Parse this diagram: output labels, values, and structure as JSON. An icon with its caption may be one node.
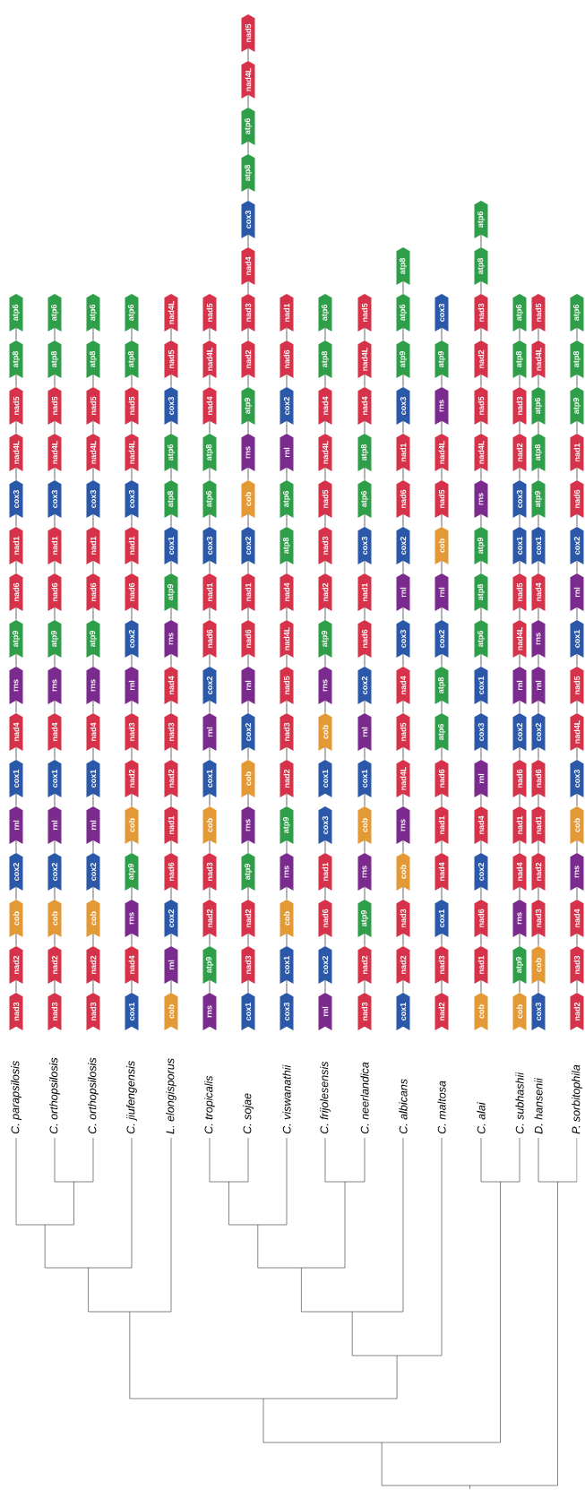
{
  "diagram": {
    "nodes": [
      {
        "text": [
          "nad3"
        ]
      },
      {
        "text": [
          "nad2"
        ]
      },
      {
        "text": [
          "cob"
        ]
      },
      {
        "text": [
          "cox2"
        ]
      },
      {
        "text": [
          "rnl"
        ]
      },
      {
        "text": [
          "cox1"
        ]
      },
      {
        "text": [
          "nad4"
        ]
      },
      {
        "text": [
          "rns"
        ]
      },
      {
        "text": [
          "atp9"
        ]
      },
      {
        "text": [
          "nad6"
        ]
      },
      {
        "text": [
          "nad1"
        ]
      },
      {
        "text": [
          "cox3"
        ]
      },
      {
        "text": [
          "nad4L"
        ]
      },
      {
        "text": [
          "nad5"
        ]
      },
      {
        "text": [
          "atp8"
        ]
      },
      {
        "text": [
          "atp6"
        ]
      },
      {
        "text": [
          "nad3"
        ]
      },
      {
        "text": [
          "nad2"
        ]
      },
      {
        "text": [
          "cob"
        ]
      },
      {
        "text": [
          "cox2"
        ]
      },
      {
        "text": [
          "rnl"
        ]
      },
      {
        "text": [
          "cox1"
        ]
      },
      {
        "text": [
          "nad4"
        ]
      },
      {
        "text": [
          "rns"
        ]
      },
      {
        "text": [
          "atp9"
        ]
      },
      {
        "text": [
          "nad6"
        ]
      },
      {
        "text": [
          "nad1"
        ]
      },
      {
        "text": [
          "cox3"
        ]
      },
      {
        "text": [
          "nad4L"
        ]
      },
      {
        "text": [
          "nad5"
        ]
      },
      {
        "text": [
          "atp8"
        ]
      },
      {
        "text": [
          "atp6"
        ]
      },
      {
        "text": [
          "nad3"
        ]
      },
      {
        "text": [
          "nad2"
        ]
      },
      {
        "text": [
          "cob"
        ]
      },
      {
        "text": [
          "cox2"
        ]
      },
      {
        "text": [
          "rnl"
        ]
      },
      {
        "text": [
          "cox1"
        ]
      },
      {
        "text": [
          "nad4"
        ]
      },
      {
        "text": [
          "rns"
        ]
      },
      {
        "text": [
          "atp9"
        ]
      },
      {
        "text": [
          "nad6"
        ]
      },
      {
        "text": [
          "nad1"
        ]
      },
      {
        "text": [
          "cox3"
        ]
      },
      {
        "text": [
          "nad4L"
        ]
      },
      {
        "text": [
          "nad5"
        ]
      },
      {
        "text": [
          "atp8"
        ]
      },
      {
        "text": [
          "atp6"
        ]
      },
      {
        "text": [
          "cox1"
        ]
      },
      {
        "text": [
          "nad4"
        ]
      },
      {
        "text": [
          "rns"
        ]
      },
      {
        "text": [
          "atp9"
        ]
      },
      {
        "text": [
          "cob"
        ]
      },
      {
        "text": [
          "nad2"
        ]
      },
      {
        "text": [
          "nad3"
        ]
      },
      {
        "text": [
          "rnl"
        ]
      },
      {
        "text": [
          "cox2"
        ]
      },
      {
        "text": [
          "nad6"
        ]
      },
      {
        "text": [
          "nad1"
        ]
      },
      {
        "text": [
          "cox3"
        ]
      },
      {
        "text": [
          "nad4L"
        ]
      },
      {
        "text": [
          "nad5"
        ]
      },
      {
        "text": [
          "atp8"
        ]
      },
      {
        "text": [
          "atp6"
        ]
      },
      {
        "text": [
          "cob"
        ]
      },
      {
        "text": [
          "rnl"
        ]
      },
      {
        "text": [
          "cox2"
        ]
      },
      {
        "text": [
          "nad6"
        ]
      },
      {
        "text": [
          "nad1"
        ]
      },
      {
        "text": [
          "nad2"
        ]
      },
      {
        "text": [
          "nad3"
        ]
      },
      {
        "text": [
          "nad4"
        ]
      },
      {
        "text": [
          "rns"
        ]
      },
      {
        "text": [
          "atp9"
        ]
      },
      {
        "text": [
          "cox1"
        ]
      },
      {
        "text": [
          "atp8"
        ]
      },
      {
        "text": [
          "atp6"
        ]
      },
      {
        "text": [
          "cox3"
        ]
      },
      {
        "text": [
          "nad5"
        ]
      },
      {
        "text": [
          "nad4L"
        ]
      },
      {
        "text": [
          "rns"
        ]
      },
      {
        "text": [
          "atp9"
        ]
      },
      {
        "text": [
          "nad2"
        ]
      },
      {
        "text": [
          "nad3"
        ]
      },
      {
        "text": [
          "cob"
        ]
      },
      {
        "text": [
          "cox1"
        ]
      },
      {
        "text": [
          "rnl"
        ]
      },
      {
        "text": [
          "cox2"
        ]
      },
      {
        "text": [
          "nad6"
        ]
      },
      {
        "text": [
          "nad1"
        ]
      },
      {
        "text": [
          "cox3"
        ]
      },
      {
        "text": [
          "atp6"
        ]
      },
      {
        "text": [
          "atp8"
        ]
      },
      {
        "text": [
          "nad4"
        ]
      },
      {
        "text": [
          "nad4L"
        ]
      },
      {
        "text": [
          "nad5"
        ]
      },
      {
        "text": [
          "cox1"
        ]
      },
      {
        "text": [
          "nad3"
        ]
      },
      {
        "text": [
          "nad2"
        ]
      },
      {
        "text": [
          "atp9"
        ]
      },
      {
        "text": [
          "rns"
        ]
      },
      {
        "text": [
          "cob"
        ]
      },
      {
        "text": [
          "cox2"
        ]
      },
      {
        "text": [
          "rnl"
        ]
      },
      {
        "text": [
          "nad6"
        ]
      },
      {
        "text": [
          "nad1"
        ]
      },
      {
        "text": [
          "cox2"
        ]
      },
      {
        "text": [
          "cob"
        ]
      },
      {
        "text": [
          "rns"
        ]
      },
      {
        "text": [
          "atp9"
        ]
      },
      {
        "text": [
          "nad2"
        ]
      },
      {
        "text": [
          "nad3"
        ]
      },
      {
        "text": [
          "nad4"
        ]
      },
      {
        "text": [
          "cox3"
        ]
      },
      {
        "text": [
          "atp8"
        ]
      },
      {
        "text": [
          "atp6"
        ]
      },
      {
        "text": [
          "nad4L"
        ]
      },
      {
        "text": [
          "nad5"
        ]
      },
      {
        "text": [
          "cox3"
        ]
      },
      {
        "text": [
          "cox1"
        ]
      },
      {
        "text": [
          "cob"
        ]
      },
      {
        "text": [
          "rns"
        ]
      },
      {
        "text": [
          "atp9"
        ]
      },
      {
        "text": [
          "nad2"
        ]
      },
      {
        "text": [
          "nad3"
        ]
      },
      {
        "text": [
          "nad5"
        ]
      },
      {
        "text": [
          "nad4L"
        ]
      },
      {
        "text": [
          "nad4"
        ]
      },
      {
        "text": [
          "atp8"
        ]
      },
      {
        "text": [
          "atp6"
        ]
      },
      {
        "text": [
          "rnl"
        ]
      },
      {
        "text": [
          "cox2"
        ]
      },
      {
        "text": [
          "nad6"
        ]
      },
      {
        "text": [
          "nad1"
        ]
      },
      {
        "text": [
          "rnl"
        ]
      },
      {
        "text": [
          "cox2"
        ]
      },
      {
        "text": [
          "nad6"
        ]
      },
      {
        "text": [
          "nad1"
        ]
      },
      {
        "text": [
          "cox3"
        ]
      },
      {
        "text": [
          "cox1"
        ]
      },
      {
        "text": [
          "cob"
        ]
      },
      {
        "text": [
          "rns"
        ]
      },
      {
        "text": [
          "atp9"
        ]
      },
      {
        "text": [
          "nad2"
        ]
      },
      {
        "text": [
          "nad3"
        ]
      },
      {
        "text": [
          "nad5"
        ]
      },
      {
        "text": [
          "nad4L"
        ]
      },
      {
        "text": [
          "nad4"
        ]
      },
      {
        "text": [
          "atp8"
        ]
      },
      {
        "text": [
          "atp6"
        ]
      },
      {
        "text": [
          "nad3"
        ]
      },
      {
        "text": [
          "nad2"
        ]
      },
      {
        "text": [
          "atp9"
        ]
      },
      {
        "text": [
          "rns"
        ]
      },
      {
        "text": [
          "cob"
        ]
      },
      {
        "text": [
          "cox1"
        ]
      },
      {
        "text": [
          "rnl"
        ]
      },
      {
        "text": [
          "cox2"
        ]
      },
      {
        "text": [
          "nad6"
        ]
      },
      {
        "text": [
          "nad1"
        ]
      },
      {
        "text": [
          "cox3"
        ]
      },
      {
        "text": [
          "atp6"
        ]
      },
      {
        "text": [
          "atp8"
        ]
      },
      {
        "text": [
          "nad4"
        ]
      },
      {
        "text": [
          "nad4L"
        ]
      },
      {
        "text": [
          "nad5"
        ]
      },
      {
        "text": [
          "cox1"
        ]
      },
      {
        "text": [
          "nad2"
        ]
      },
      {
        "text": [
          "nad3"
        ]
      },
      {
        "text": [
          "cob"
        ]
      },
      {
        "text": [
          "rns"
        ]
      },
      {
        "text": [
          "nad4L"
        ]
      },
      {
        "text": [
          "nad5"
        ]
      },
      {
        "text": [
          "nad4"
        ]
      },
      {
        "text": [
          "cox3"
        ]
      },
      {
        "text": [
          "rnl"
        ]
      },
      {
        "text": [
          "cox2"
        ]
      },
      {
        "text": [
          "nad6"
        ]
      },
      {
        "text": [
          "nad1"
        ]
      },
      {
        "text": [
          "cox3"
        ]
      },
      {
        "text": [
          "atp9"
        ]
      },
      {
        "text": [
          "atp6"
        ]
      },
      {
        "text": [
          "atp8"
        ]
      },
      {
        "text": [
          "nad2"
        ]
      },
      {
        "text": [
          "nad3"
        ]
      },
      {
        "text": [
          "cox1"
        ]
      },
      {
        "text": [
          "nad4"
        ]
      },
      {
        "text": [
          "nad1"
        ]
      },
      {
        "text": [
          "nad6"
        ]
      },
      {
        "text": [
          "atp6"
        ]
      },
      {
        "text": [
          "atp8"
        ]
      },
      {
        "text": [
          "cox2"
        ]
      },
      {
        "text": [
          "rnl"
        ]
      },
      {
        "text": [
          "cob"
        ]
      },
      {
        "text": [
          "nad5"
        ]
      },
      {
        "text": [
          "nad4L"
        ]
      },
      {
        "text": [
          "rns"
        ]
      },
      {
        "text": [
          "atp9"
        ]
      },
      {
        "text": [
          "cox3"
        ]
      },
      {
        "text": [
          "cob"
        ]
      },
      {
        "text": [
          "nad1"
        ]
      },
      {
        "text": [
          "nad6"
        ]
      },
      {
        "text": [
          "cox2"
        ]
      },
      {
        "text": [
          "nad4"
        ]
      },
      {
        "text": [
          "rnl"
        ]
      },
      {
        "text": [
          "cox3"
        ]
      },
      {
        "text": [
          "cox1"
        ]
      },
      {
        "text": [
          "atp6"
        ]
      },
      {
        "text": [
          "atp8"
        ]
      },
      {
        "text": [
          "atp9"
        ]
      },
      {
        "text": [
          "rns"
        ]
      },
      {
        "text": [
          "nad4L"
        ]
      },
      {
        "text": [
          "nad5"
        ]
      },
      {
        "text": [
          "nad2"
        ]
      },
      {
        "text": [
          "nad3"
        ]
      },
      {
        "text": [
          "atp8"
        ]
      },
      {
        "text": [
          "atp6"
        ]
      },
      {
        "text": [
          "cob"
        ]
      },
      {
        "text": [
          "atp9"
        ]
      },
      {
        "text": [
          "rns"
        ]
      },
      {
        "text": [
          "nad4"
        ]
      },
      {
        "text": [
          "nad1"
        ]
      },
      {
        "text": [
          "nad6"
        ]
      },
      {
        "text": [
          "cox2"
        ]
      },
      {
        "text": [
          "rnl"
        ]
      },
      {
        "text": [
          "nad4L"
        ]
      },
      {
        "text": [
          "nad5"
        ]
      },
      {
        "text": [
          "cox1"
        ]
      },
      {
        "text": [
          "cox3"
        ]
      },
      {
        "text": [
          "nad2"
        ]
      },
      {
        "text": [
          "nad3"
        ]
      },
      {
        "text": [
          "atp8"
        ]
      },
      {
        "text": [
          "atp6"
        ]
      },
      {
        "text": [
          "cox3"
        ]
      },
      {
        "text": [
          "cob"
        ]
      },
      {
        "text": [
          "nad3"
        ]
      },
      {
        "text": [
          "nad2"
        ]
      },
      {
        "text": [
          "nad1"
        ]
      },
      {
        "text": [
          "nad6"
        ]
      },
      {
        "text": [
          "cox2"
        ]
      },
      {
        "text": [
          "rnl"
        ]
      },
      {
        "text": [
          "rns"
        ]
      },
      {
        "text": [
          "nad4"
        ]
      },
      {
        "text": [
          "cox1"
        ]
      },
      {
        "text": [
          "atp9"
        ]
      },
      {
        "text": [
          "atp8"
        ]
      },
      {
        "text": [
          "atp6"
        ]
      },
      {
        "text": [
          "nad4L"
        ]
      },
      {
        "text": [
          "nad5"
        ]
      },
      {
        "text": [
          "nad2"
        ]
      },
      {
        "text": [
          "nad3"
        ]
      },
      {
        "text": [
          "nad4"
        ]
      },
      {
        "text": [
          "rns"
        ]
      },
      {
        "text": [
          "cob"
        ]
      },
      {
        "text": [
          "cox3"
        ]
      },
      {
        "text": [
          "nad4L"
        ]
      },
      {
        "text": [
          "nad5"
        ]
      },
      {
        "text": [
          "cox1"
        ]
      },
      {
        "text": [
          "rnl"
        ]
      },
      {
        "text": [
          "cox2"
        ]
      },
      {
        "text": [
          "nad6"
        ]
      },
      {
        "text": [
          "nad1"
        ]
      },
      {
        "text": [
          "atp9"
        ]
      },
      {
        "text": [
          "atp8"
        ]
      },
      {
        "text": [
          "atp6"
        ]
      }
    ],
    "edges": [
      {
        "from": 0,
        "to": 1,
        "arrow": "none"
      },
      {
        "from": 1,
        "to": 2,
        "arrow": "none"
      },
      {
        "from": 2,
        "to": 3,
        "arrow": "none"
      },
      {
        "from": 3,
        "to": 4,
        "arrow": "none"
      },
      {
        "from": 4,
        "to": 5,
        "arrow": "none"
      },
      {
        "from": 5,
        "to": 6,
        "arrow": "none"
      },
      {
        "from": 6,
        "to": 7,
        "arrow": "none"
      },
      {
        "from": 7,
        "to": 8,
        "arrow": "none"
      },
      {
        "from": 8,
        "to": 9,
        "arrow": "none"
      },
      {
        "from": 9,
        "to": 10,
        "arrow": "none"
      },
      {
        "from": 10,
        "to": 11,
        "arrow": "none"
      },
      {
        "from": 11,
        "to": 12,
        "arrow": "none"
      },
      {
        "from": 12,
        "to": 13,
        "arrow": "none"
      },
      {
        "from": 13,
        "to": 14,
        "arrow": "none"
      },
      {
        "from": 14,
        "to": 15,
        "arrow": "none"
      },
      {
        "from": 16,
        "to": 17,
        "arrow": "none"
      },
      {
        "from": 17,
        "to": 18,
        "arrow": "none"
      },
      {
        "from": 18,
        "to": 19,
        "arrow": "none"
      },
      {
        "from": 19,
        "to": 20,
        "arrow": "none"
      },
      {
        "from": 20,
        "to": 21,
        "arrow": "none"
      },
      {
        "from": 21,
        "to": 22,
        "arrow": "none"
      },
      {
        "from": 22,
        "to": 23,
        "arrow": "none"
      },
      {
        "from": 23,
        "to": 24,
        "arrow": "none"
      },
      {
        "from": 24,
        "to": 25,
        "arrow": "none"
      },
      {
        "from": 25,
        "to": 26,
        "arrow": "none"
      },
      {
        "from": 26,
        "to": 27,
        "arrow": "none"
      },
      {
        "from": 27,
        "to": 28,
        "arrow": "none"
      },
      {
        "from": 28,
        "to": 29,
        "arrow": "none"
      },
      {
        "from": 29,
        "to": 30,
        "arrow": "none"
      },
      {
        "from": 30,
        "to": 31,
        "arrow": "none"
      },
      {
        "from": 32,
        "to": 33,
        "arrow": "none"
      },
      {
        "from": 33,
        "to": 34,
        "arrow": "none"
      },
      {
        "from": 34,
        "to": 35,
        "arrow": "none"
      },
      {
        "from": 35,
        "to": 36,
        "arrow": "none"
      },
      {
        "from": 36,
        "to": 37,
        "arrow": "none"
      },
      {
        "from": 37,
        "to": 38,
        "arrow": "none"
      },
      {
        "from": 38,
        "to": 39,
        "arrow": "none"
      },
      {
        "from": 39,
        "to": 40,
        "arrow": "none"
      },
      {
        "from": 40,
        "to": 41,
        "arrow": "none"
      },
      {
        "from": 41,
        "to": 42,
        "arrow": "none"
      },
      {
        "from": 42,
        "to": 43,
        "arrow": "none"
      },
      {
        "from": 43,
        "to": 44,
        "arrow": "none"
      },
      {
        "from": 44,
        "to": 45,
        "arrow": "none"
      },
      {
        "from": 45,
        "to": 46,
        "arrow": "none"
      },
      {
        "from": 46,
        "to": 47,
        "arrow": "none"
      },
      {
        "from": 48,
        "to": 49,
        "arrow": "none"
      },
      {
        "from": 49,
        "to": 50,
        "arrow": "none"
      },
      {
        "from": 50,
        "to": 51,
        "arrow": "none"
      },
      {
        "from": 51,
        "to": 52,
        "arrow": "none"
      },
      {
        "from": 52,
        "to": 53,
        "arrow": "none"
      },
      {
        "from": 53,
        "to": 54,
        "arrow": "none"
      },
      {
        "from": 54,
        "to": 55,
        "arrow": "none"
      },
      {
        "from": 55,
        "to": 56,
        "arrow": "none"
      },
      {
        "from": 56,
        "to": 57,
        "arrow": "none"
      },
      {
        "from": 57,
        "to": 58,
        "arrow": "none"
      },
      {
        "from": 58,
        "to": 59,
        "arrow": "none"
      },
      {
        "from": 59,
        "to": 60,
        "arrow": "none"
      },
      {
        "from": 60,
        "to": 61,
        "arrow": "none"
      },
      {
        "from": 61,
        "to": 62,
        "arrow": "none"
      },
      {
        "from": 62,
        "to": 63,
        "arrow": "none"
      },
      {
        "from": 64,
        "to": 65,
        "arrow": "none"
      },
      {
        "from": 65,
        "to": 66,
        "arrow": "none"
      },
      {
        "from": 66,
        "to": 67,
        "arrow": "none"
      },
      {
        "from": 67,
        "to": 68,
        "arrow": "none"
      },
      {
        "from": 68,
        "to": 69,
        "arrow": "none"
      },
      {
        "from": 69,
        "to": 70,
        "arrow": "none"
      },
      {
        "from": 70,
        "to": 71,
        "arrow": "none"
      },
      {
        "from": 71,
        "to": 72,
        "arrow": "none"
      },
      {
        "from": 72,
        "to": 73,
        "arrow": "none"
      },
      {
        "from": 73,
        "to": 74,
        "arrow": "none"
      },
      {
        "from": 74,
        "to": 75,
        "arrow": "none"
      },
      {
        "from": 75,
        "to": 76,
        "arrow": "none"
      },
      {
        "from": 76,
        "to": 77,
        "arrow": "none"
      },
      {
        "from": 77,
        "to": 78,
        "arrow": "none"
      },
      {
        "from": 78,
        "to": 79,
        "arrow": "none"
      },
      {
        "from": 80,
        "to": 81,
        "arrow": "none"
      },
      {
        "from": 81,
        "to": 82,
        "arrow": "none"
      },
      {
        "from": 82,
        "to": 83,
        "arrow": "none"
      },
      {
        "from": 83,
        "to": 84,
        "arrow": "none"
      },
      {
        "from": 84,
        "to": 85,
        "arrow": "none"
      },
      {
        "from": 85,
        "to": 86,
        "arrow": "none"
      },
      {
        "from": 86,
        "to": 87,
        "arrow": "none"
      },
      {
        "from": 87,
        "to": 88,
        "arrow": "none"
      },
      {
        "from": 88,
        "to": 89,
        "arrow": "none"
      },
      {
        "from": 89,
        "to": 90,
        "arrow": "none"
      },
      {
        "from": 90,
        "to": 91,
        "arrow": "none"
      },
      {
        "from": 91,
        "to": 92,
        "arrow": "none"
      },
      {
        "from": 92,
        "to": 93,
        "arrow": "none"
      },
      {
        "from": 93,
        "to": 94,
        "arrow": "none"
      },
      {
        "from": 94,
        "to": 95,
        "arrow": "none"
      },
      {
        "from": 96,
        "to": 97,
        "arrow": "none"
      },
      {
        "from": 97,
        "to": 98,
        "arrow": "none"
      },
      {
        "from": 98,
        "to": 99,
        "arrow": "none"
      },
      {
        "from": 99,
        "to": 100,
        "arrow": "none"
      },
      {
        "from": 100,
        "to": 101,
        "arrow": "none"
      },
      {
        "from": 101,
        "to": 102,
        "arrow": "none"
      },
      {
        "from": 102,
        "to": 103,
        "arrow": "none"
      },
      {
        "from": 103,
        "to": 104,
        "arrow": "none"
      },
      {
        "from": 104,
        "to": 105,
        "arrow": "none"
      },
      {
        "from": 105,
        "to": 106,
        "arrow": "none"
      },
      {
        "from": 106,
        "to": 107,
        "arrow": "none"
      },
      {
        "from": 107,
        "to": 108,
        "arrow": "none"
      },
      {
        "from": 108,
        "to": 109,
        "arrow": "none"
      },
      {
        "from": 109,
        "to": 110,
        "arrow": "none"
      },
      {
        "from": 110,
        "to": 111,
        "arrow": "none"
      },
      {
        "from": 111,
        "to": 112,
        "arrow": "none"
      },
      {
        "from": 112,
        "to": 113,
        "arrow": "none"
      },
      {
        "from": 113,
        "to": 114,
        "arrow": "none"
      },
      {
        "from": 114,
        "to": 115,
        "arrow": "none"
      },
      {
        "from": 115,
        "to": 116,
        "arrow": "none"
      },
      {
        "from": 116,
        "to": 117,
        "arrow": "none"
      },
      {
        "from": 118,
        "to": 119,
        "arrow": "none"
      },
      {
        "from": 119,
        "to": 120,
        "arrow": "none"
      },
      {
        "from": 120,
        "to": 121,
        "arrow": "none"
      },
      {
        "from": 121,
        "to": 122,
        "arrow": "none"
      },
      {
        "from": 122,
        "to": 123,
        "arrow": "none"
      },
      {
        "from": 123,
        "to": 124,
        "arrow": "none"
      },
      {
        "from": 124,
        "to": 125,
        "arrow": "none"
      },
      {
        "from": 125,
        "to": 126,
        "arrow": "none"
      },
      {
        "from": 126,
        "to": 127,
        "arrow": "none"
      },
      {
        "from": 127,
        "to": 128,
        "arrow": "none"
      },
      {
        "from": 128,
        "to": 129,
        "arrow": "none"
      },
      {
        "from": 129,
        "to": 130,
        "arrow": "none"
      },
      {
        "from": 130,
        "to": 131,
        "arrow": "none"
      },
      {
        "from": 131,
        "to": 132,
        "arrow": "none"
      },
      {
        "from": 132,
        "to": 133,
        "arrow": "none"
      },
      {
        "from": 134,
        "to": 135,
        "arrow": "none"
      },
      {
        "from": 135,
        "to": 136,
        "arrow": "none"
      },
      {
        "from": 136,
        "to": 137,
        "arrow": "none"
      },
      {
        "from": 137,
        "to": 138,
        "arrow": "none"
      },
      {
        "from": 139,
        "to": 140,
        "arrow": "none"
      },
      {
        "from": 140,
        "to": 141,
        "arrow": "none"
      },
      {
        "from": 141,
        "to": 142,
        "arrow": "none"
      },
      {
        "from": 142,
        "to": 143,
        "arrow": "none"
      },
      {
        "from": 143,
        "to": 144,
        "arrow": "none"
      },
      {
        "from": 144,
        "to": 145,
        "arrow": "none"
      },
      {
        "from": 145,
        "to": 146,
        "arrow": "none"
      },
      {
        "from": 146,
        "to": 147,
        "arrow": "none"
      },
      {
        "from": 147,
        "to": 148,
        "arrow": "none"
      },
      {
        "from": 148,
        "to": 149,
        "arrow": "none"
      },
      {
        "from": 150,
        "to": 151,
        "arrow": "none"
      },
      {
        "from": 151,
        "to": 152,
        "arrow": "none"
      },
      {
        "from": 152,
        "to": 153,
        "arrow": "none"
      },
      {
        "from": 153,
        "to": 154,
        "arrow": "none"
      },
      {
        "from": 154,
        "to": 155,
        "arrow": "none"
      },
      {
        "from": 155,
        "to": 156,
        "arrow": "none"
      },
      {
        "from": 156,
        "to": 157,
        "arrow": "none"
      },
      {
        "from": 157,
        "to": 158,
        "arrow": "none"
      },
      {
        "from": 158,
        "to": 159,
        "arrow": "none"
      },
      {
        "from": 159,
        "to": 160,
        "arrow": "none"
      },
      {
        "from": 160,
        "to": 161,
        "arrow": "none"
      },
      {
        "from": 161,
        "to": 162,
        "arrow": "none"
      },
      {
        "from": 162,
        "to": 163,
        "arrow": "none"
      },
      {
        "from": 163,
        "to": 164,
        "arrow": "none"
      },
      {
        "from": 164,
        "to": 165,
        "arrow": "none"
      },
      {
        "from": 166,
        "to": 167,
        "arrow": "none"
      },
      {
        "from": 167,
        "to": 168,
        "arrow": "none"
      },
      {
        "from": 168,
        "to": 169,
        "arrow": "none"
      },
      {
        "from": 169,
        "to": 170,
        "arrow": "none"
      },
      {
        "from": 170,
        "to": 171,
        "arrow": "none"
      },
      {
        "from": 171,
        "to": 172,
        "arrow": "none"
      },
      {
        "from": 172,
        "to": 173,
        "arrow": "none"
      },
      {
        "from": 173,
        "to": 174,
        "arrow": "none"
      },
      {
        "from": 174,
        "to": 175,
        "arrow": "none"
      },
      {
        "from": 175,
        "to": 176,
        "arrow": "none"
      },
      {
        "from": 176,
        "to": 177,
        "arrow": "none"
      },
      {
        "from": 177,
        "to": 178,
        "arrow": "none"
      },
      {
        "from": 178,
        "to": 179,
        "arrow": "none"
      },
      {
        "from": 179,
        "to": 180,
        "arrow": "none"
      },
      {
        "from": 180,
        "to": 181,
        "arrow": "none"
      },
      {
        "from": 181,
        "to": 182,
        "arrow": "none"
      },
      {
        "from": 183,
        "to": 184,
        "arrow": "none"
      },
      {
        "from": 184,
        "to": 185,
        "arrow": "none"
      },
      {
        "from": 185,
        "to": 186,
        "arrow": "none"
      },
      {
        "from": 186,
        "to": 187,
        "arrow": "none"
      },
      {
        "from": 187,
        "to": 188,
        "arrow": "none"
      },
      {
        "from": 188,
        "to": 189,
        "arrow": "none"
      },
      {
        "from": 189,
        "to": 190,
        "arrow": "none"
      },
      {
        "from": 190,
        "to": 191,
        "arrow": "none"
      },
      {
        "from": 191,
        "to": 192,
        "arrow": "none"
      },
      {
        "from": 192,
        "to": 193,
        "arrow": "none"
      },
      {
        "from": 193,
        "to": 194,
        "arrow": "none"
      },
      {
        "from": 194,
        "to": 195,
        "arrow": "none"
      },
      {
        "from": 195,
        "to": 196,
        "arrow": "none"
      },
      {
        "from": 196,
        "to": 197,
        "arrow": "none"
      },
      {
        "from": 197,
        "to": 198,
        "arrow": "none"
      },
      {
        "from": 199,
        "to": 200,
        "arrow": "none"
      },
      {
        "from": 200,
        "to": 201,
        "arrow": "none"
      },
      {
        "from": 201,
        "to": 202,
        "arrow": "none"
      },
      {
        "from": 202,
        "to": 203,
        "arrow": "none"
      },
      {
        "from": 203,
        "to": 204,
        "arrow": "none"
      },
      {
        "from": 204,
        "to": 205,
        "arrow": "none"
      },
      {
        "from": 205,
        "to": 206,
        "arrow": "none"
      },
      {
        "from": 206,
        "to": 207,
        "arrow": "none"
      },
      {
        "from": 207,
        "to": 208,
        "arrow": "none"
      },
      {
        "from": 208,
        "to": 209,
        "arrow": "none"
      },
      {
        "from": 209,
        "to": 210,
        "arrow": "none"
      },
      {
        "from": 210,
        "to": 211,
        "arrow": "none"
      },
      {
        "from": 211,
        "to": 212,
        "arrow": "none"
      },
      {
        "from": 212,
        "to": 213,
        "arrow": "none"
      },
      {
        "from": 213,
        "to": 214,
        "arrow": "none"
      },
      {
        "from": 214,
        "to": 215,
        "arrow": "none"
      },
      {
        "from": 215,
        "to": 216,
        "arrow": "none"
      },
      {
        "from": 217,
        "to": 218,
        "arrow": "none"
      },
      {
        "from": 218,
        "to": 219,
        "arrow": "none"
      },
      {
        "from": 219,
        "to": 220,
        "arrow": "none"
      },
      {
        "from": 220,
        "to": 221,
        "arrow": "none"
      },
      {
        "from": 221,
        "to": 222,
        "arrow": "none"
      },
      {
        "from": 222,
        "to": 223,
        "arrow": "none"
      },
      {
        "from": 223,
        "to": 224,
        "arrow": "none"
      },
      {
        "from": 224,
        "to": 225,
        "arrow": "none"
      },
      {
        "from": 225,
        "to": 226,
        "arrow": "none"
      },
      {
        "from": 226,
        "to": 227,
        "arrow": "none"
      },
      {
        "from": 227,
        "to": 228,
        "arrow": "none"
      },
      {
        "from": 228,
        "to": 229,
        "arrow": "none"
      },
      {
        "from": 229,
        "to": 230,
        "arrow": "none"
      },
      {
        "from": 230,
        "to": 231,
        "arrow": "none"
      },
      {
        "from": 231,
        "to": 232,
        "arrow": "none"
      },
      {
        "from": 233,
        "to": 234,
        "arrow": "none"
      },
      {
        "from": 234,
        "to": 235,
        "arrow": "none"
      },
      {
        "from": 235,
        "to": 236,
        "arrow": "none"
      },
      {
        "from": 236,
        "to": 237,
        "arrow": "none"
      },
      {
        "from": 237,
        "to": 238,
        "arrow": "none"
      },
      {
        "from": 238,
        "to": 239,
        "arrow": "none"
      },
      {
        "from": 239,
        "to": 240,
        "arrow": "none"
      },
      {
        "from": 240,
        "to": 241,
        "arrow": "none"
      },
      {
        "from": 241,
        "to": 242,
        "arrow": "none"
      },
      {
        "from": 242,
        "to": 243,
        "arrow": "none"
      },
      {
        "from": 243,
        "to": 244,
        "arrow": "none"
      },
      {
        "from": 244,
        "to": 245,
        "arrow": "none"
      },
      {
        "from": 245,
        "to": 246,
        "arrow": "none"
      },
      {
        "from": 246,
        "to": 247,
        "arrow": "none"
      },
      {
        "from": 247,
        "to": 248,
        "arrow": "none"
      },
      {
        "from": 249,
        "to": 250,
        "arrow": "none"
      },
      {
        "from": 250,
        "to": 251,
        "arrow": "none"
      },
      {
        "from": 251,
        "to": 252,
        "arrow": "none"
      },
      {
        "from": 252,
        "to": 253,
        "arrow": "none"
      },
      {
        "from": 253,
        "to": 254,
        "arrow": "none"
      },
      {
        "from": 254,
        "to": 255,
        "arrow": "none"
      },
      {
        "from": 255,
        "to": 256,
        "arrow": "none"
      },
      {
        "from": 256,
        "to": 257,
        "arrow": "none"
      },
      {
        "from": 257,
        "to": 258,
        "arrow": "none"
      },
      {
        "from": 258,
        "to": 259,
        "arrow": "none"
      },
      {
        "from": 259,
        "to": 260,
        "arrow": "none"
      },
      {
        "from": 260,
        "to": 261,
        "arrow": "none"
      },
      {
        "from": 261,
        "to": 262,
        "arrow": "none"
      },
      {
        "from": 262,
        "to": 263,
        "arrow": "none"
      },
      {
        "from": 263,
        "to": 264,
        "arrow": "none"
      }
    ],
    "labels": [
      "C. parapsilosis",
      "C. orthopsilosis",
      "C. orthopsilosis",
      "C. jiufengensis",
      "L. elongisporus",
      "C. tropicalis",
      "C. sojae",
      "C. viswanathii",
      "C. frijolesensis",
      "C. neerlandica",
      "C. albicans",
      "C. maltosa",
      "C. alai",
      "C. subhashii",
      "D. hansenii",
      "P. sorbitophila"
    ]
  }
}
